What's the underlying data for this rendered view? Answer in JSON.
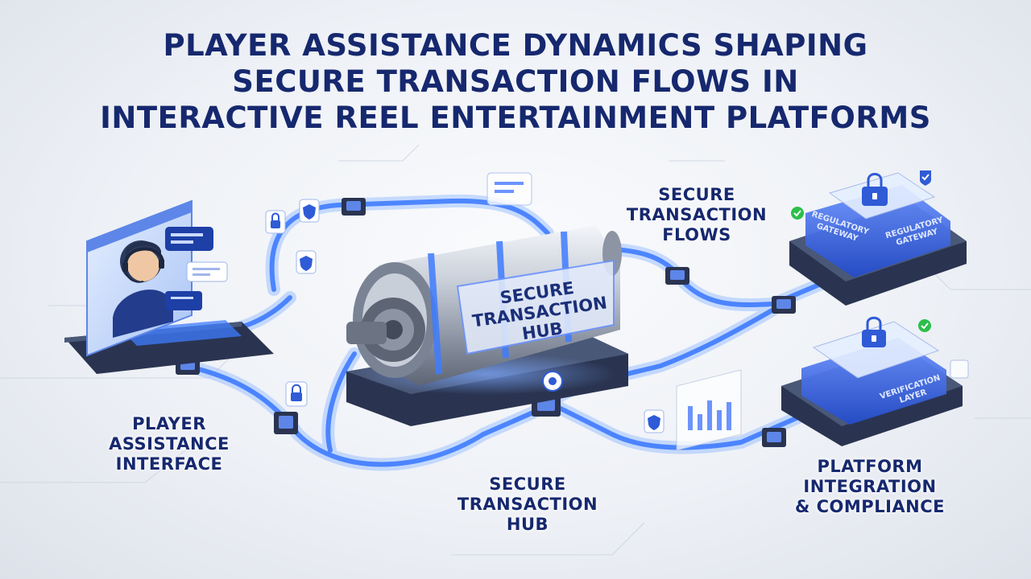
{
  "title": {
    "line1": "PLAYER ASSISTANCE DYNAMICS SHAPING",
    "line2": "SECURE TRANSACTION FLOWS IN",
    "line3": "INTERACTIVE REEL ENTERTAINMENT PLATFORMS"
  },
  "labels": {
    "player": {
      "line1": "PLAYER",
      "line2": "ASSISTANCE",
      "line3": "INTERFACE"
    },
    "hub": {
      "line1": "SECURE",
      "line2": "TRANSACTION",
      "line3": "HUB"
    },
    "flows": {
      "line1": "SECURE",
      "line2": "TRANSACTION",
      "line3": "FLOWS"
    },
    "platform": {
      "line1": "PLATFORM",
      "line2": "INTEGRATION",
      "line3": "& COMPLIANCE"
    }
  },
  "hub_cylinder": {
    "line1": "SECURE",
    "line2": "TRANSACTION",
    "line3": "HUB"
  },
  "regulatory_gateway": {
    "left": {
      "line1": "REGULATORY",
      "line2": "GATEWAY"
    },
    "right": {
      "line1": "REGULATORY",
      "line2": "GATEWAY"
    }
  },
  "verification_layer": {
    "line1": "VERIFICATION",
    "line2": "LAYER"
  },
  "icons": [
    "headset-agent",
    "chat-bubble",
    "lock",
    "shield",
    "check",
    "gear",
    "padlock"
  ],
  "colors": {
    "title": "#16286e",
    "flow": "#3f7cff",
    "glow": "#9fc2ff",
    "hardware": "#2a3450",
    "accent_green": "#2bbf4a"
  }
}
